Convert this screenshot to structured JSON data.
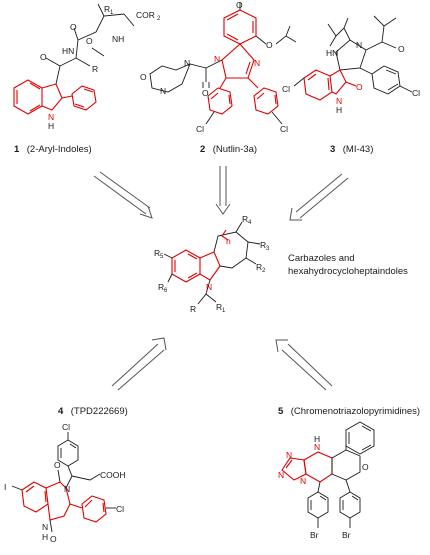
{
  "compounds": [
    {
      "number": "1",
      "name": "(2-Aryl-Indoles)"
    },
    {
      "number": "2",
      "name": "(Nutlin-3a)"
    },
    {
      "number": "3",
      "name": "(MI-43)"
    },
    {
      "number": "4",
      "name": "(TPD222669)"
    },
    {
      "number": "5",
      "name": "(Chromenotriazolopyrimidines)"
    }
  ],
  "center": {
    "note_line1": "Carbazoles and",
    "note_line2": "hexahydrocycloheptaindoles",
    "labels": {
      "r1": "R",
      "r1sub": "1",
      "r": "R",
      "r2": "R",
      "r2sub": "2",
      "r3": "R",
      "r3sub": "3",
      "r4": "R",
      "r4sub": "4",
      "r5": "R",
      "r5sub": "5",
      "r6": "R",
      "r6sub": "6",
      "n": "n",
      "N": "N"
    }
  },
  "atoms": {
    "c1_r1": "R",
    "c1_r1sub": "1",
    "c1_cor2": "COR",
    "c1_cor2sub": "2",
    "c1_nh": "NH",
    "c1_hn": "HN",
    "c1_r": "R",
    "c1_o1": "O",
    "c1_o2": "O",
    "c1_o3": "O",
    "c1_indole_nh": "N",
    "c1_h": "H",
    "c2_o1": "O",
    "c2_o2": "O",
    "c2_n1": "N",
    "c2_n2": "N",
    "c2_n3": "N",
    "c2_n4": "N",
    "c2_o3": "O",
    "c2_o4": "O",
    "c2_cl1": "Cl",
    "c2_cl2": "Cl",
    "c3_n": "N",
    "c3_o": "O",
    "c3_hn": "HN",
    "c3_cl1": "Cl",
    "c3_cl2": "Cl",
    "c3_nh": "N",
    "c3_h": "H",
    "c3_o2": "O",
    "c4_cl1": "Cl",
    "c4_cl2": "Cl",
    "c4_i": "I",
    "c4_cooh": "COOH",
    "c4_n1": "N",
    "c4_n2": "N",
    "c4_h": "H",
    "c4_o1": "O",
    "c4_o2": "O",
    "c5_n1": "N",
    "c5_n2": "N",
    "c5_n3": "N",
    "c5_n4": "N",
    "c5_h": "H",
    "c5_o": "O",
    "c5_br1": "Br",
    "c5_br2": "Br"
  }
}
